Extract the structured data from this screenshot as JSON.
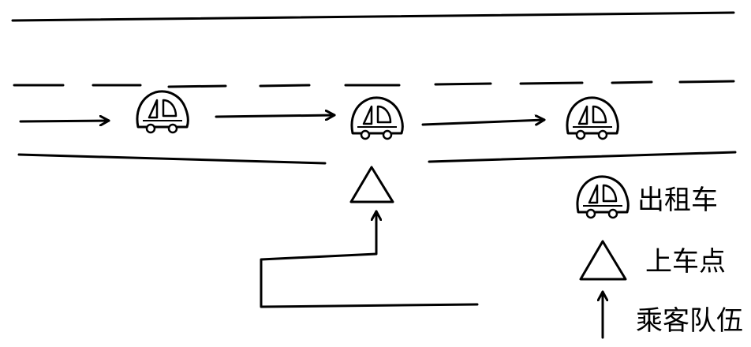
{
  "legend": {
    "taxi_label": "出租车",
    "pickup_label": "上车点",
    "queue_label": "乘客队伍"
  },
  "icons": {
    "taxi": "car-icon",
    "pickup": "triangle-icon",
    "queue": "arrow-up-icon"
  },
  "colors": {
    "ink": "#000000",
    "background": "#ffffff"
  }
}
